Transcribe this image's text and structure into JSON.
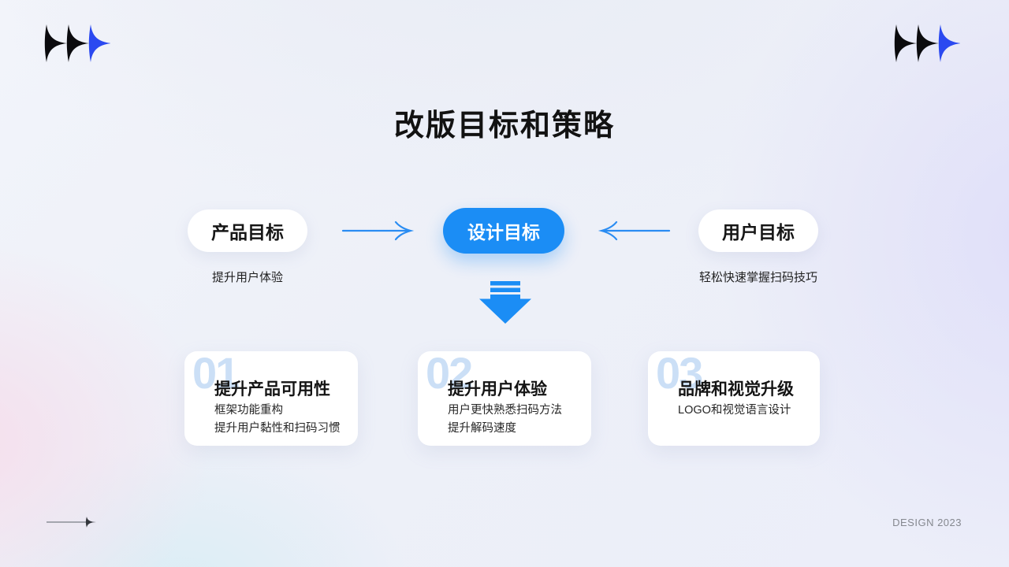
{
  "title": "改版目标和策略",
  "flow": {
    "nodes": [
      {
        "label": "产品目标",
        "caption": "提升用户体验",
        "variant": "white"
      },
      {
        "label": "设计目标",
        "caption": "",
        "variant": "blue"
      },
      {
        "label": "用户目标",
        "caption": "轻松快速掌握扫码技巧",
        "variant": "white"
      }
    ],
    "connectors": [
      "arrow-right",
      "arrow-left",
      "arrow-down"
    ]
  },
  "cards": [
    {
      "number": "01",
      "title": "提升产品可用性",
      "lines": [
        "框架功能重构",
        "提升用户黏性和扫码习惯"
      ]
    },
    {
      "number": "02",
      "title": "提升用户体验",
      "lines": [
        "用户更快熟悉扫码方法",
        "提升解码速度"
      ]
    },
    {
      "number": "03",
      "title": "品牌和视觉升级",
      "lines": [
        "LOGO和视觉语言设计"
      ]
    }
  ],
  "footer": {
    "right_text": "DESIGN 2023"
  },
  "icons": {
    "logo": "triple-flare-marks",
    "footer": "line-flare-arrow"
  },
  "colors": {
    "accent_blue": "#1b8df5",
    "logo_blue": "#2b49f0",
    "number_blue": "#cbdff6",
    "title_black": "#121212",
    "footer_gray": "#85888f"
  }
}
